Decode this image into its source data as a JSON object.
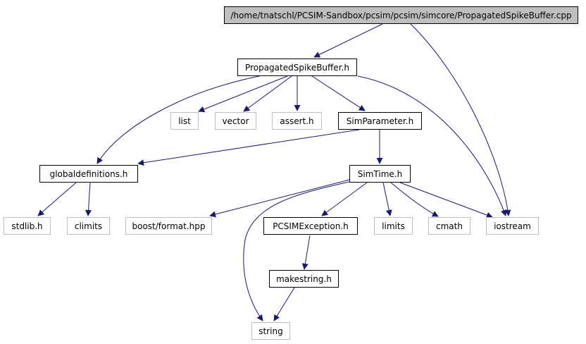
{
  "colors": {
    "edge": "#191970",
    "root_fill": "#bfbfbf",
    "system_border": "#bfbfbf",
    "local_border": "#000000"
  },
  "nodes": {
    "root": "/home/tnatschl/PCSIM-Sandbox/pcsim/pcsim/simcore/PropagatedSpikeBuffer.cpp",
    "propagated_spike_buffer_h": "PropagatedSpikeBuffer.h",
    "list": "list",
    "vector": "vector",
    "assert_h": "assert.h",
    "sim_parameter_h": "SimParameter.h",
    "globaldefinitions_h": "globaldefinitions.h",
    "sim_time_h": "SimTime.h",
    "stdlib_h": "stdlib.h",
    "climits": "climits",
    "boost_format_hpp": "boost/format.hpp",
    "pcsim_exception_h": "PCSIMException.h",
    "limits": "limits",
    "cmath": "cmath",
    "iostream": "iostream",
    "makestring_h": "makestring.h",
    "string": "string"
  }
}
